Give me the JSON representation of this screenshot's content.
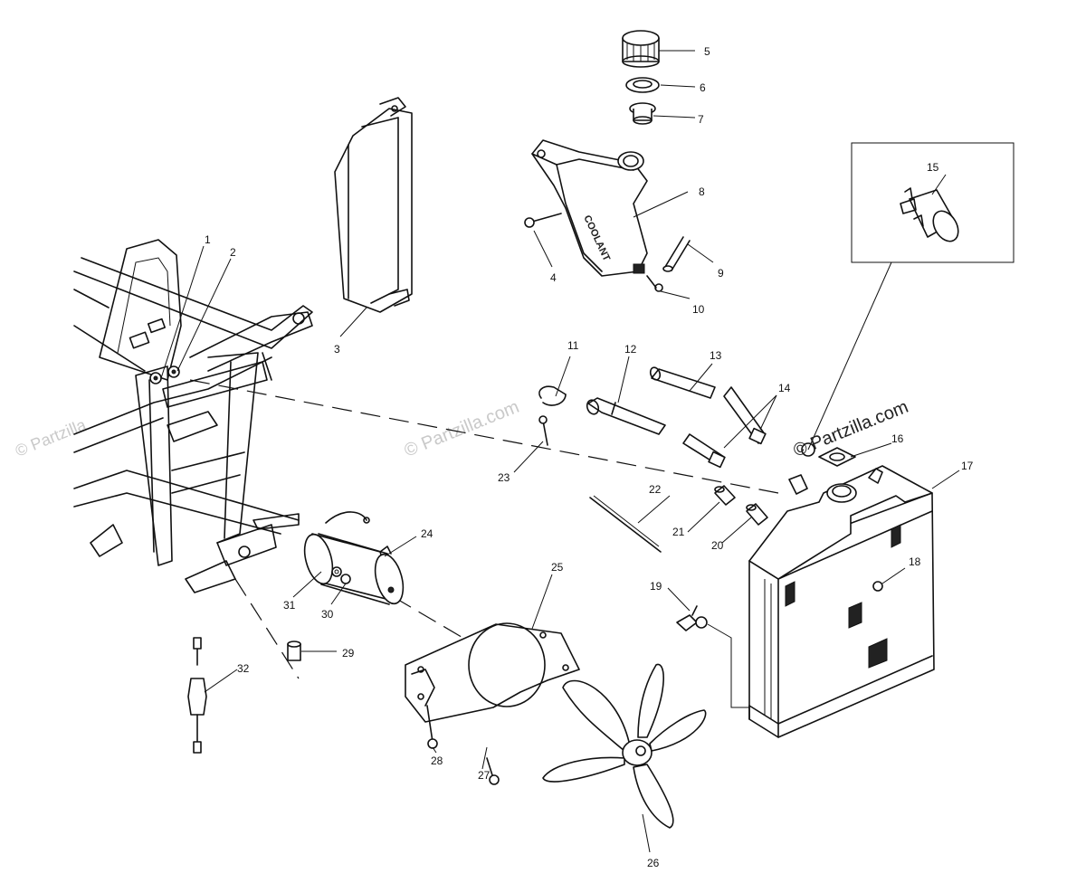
{
  "watermark": {
    "main_text": "© Partzilla.com",
    "faint_text": "© Partzilla.com",
    "faint_partial_text": "© Partzilla"
  },
  "callouts": [
    "1",
    "2",
    "3",
    "4",
    "5",
    "6",
    "7",
    "8",
    "9",
    "10",
    "11",
    "12",
    "13",
    "14",
    "15",
    "16",
    "17",
    "18",
    "19",
    "20",
    "21",
    "22",
    "23",
    "24",
    "25",
    "26",
    "27",
    "28",
    "29",
    "30",
    "31",
    "32"
  ],
  "detail_box_callout": "15"
}
